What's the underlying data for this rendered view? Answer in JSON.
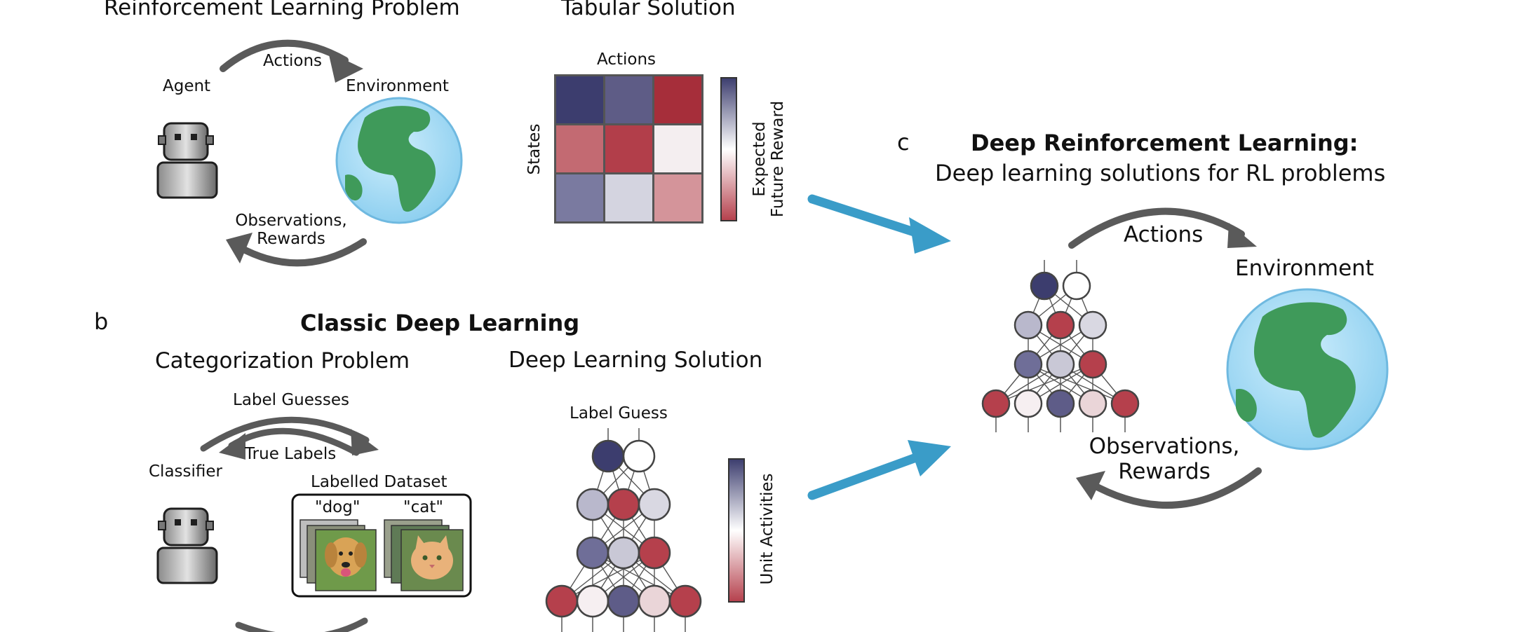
{
  "panel_a": {
    "title_left": "Reinforcement Learning Problem",
    "title_right": "Tabular Solution",
    "agent": "Agent",
    "actions": "Actions",
    "environment": "Environment",
    "obs_line1": "Observations,",
    "obs_line2": "Rewards",
    "heatmap_x": "Actions",
    "heatmap_y": "States",
    "colorbar_line1": "Expected",
    "colorbar_line2": "Future Reward",
    "heatmap_colors": [
      [
        "#3c3d6e",
        "#5e5c86",
        "#a62e3a"
      ],
      [
        "#c36a72",
        "#b23e4a",
        "#f4eef0"
      ],
      [
        "#7a7aa0",
        "#d4d4e0",
        "#d4949a"
      ]
    ]
  },
  "panel_b": {
    "letter": "b",
    "heading": "Classic Deep Learning",
    "title_left": "Categorization Problem",
    "title_right": "Deep Learning Solution",
    "label_guesses": "Label Guesses",
    "true_labels": "True Labels",
    "classifier": "Classifier",
    "labelled_dataset": "Labelled Dataset",
    "dog": "\"dog\"",
    "cat": "\"cat\"",
    "label_guess": "Label Guess",
    "colorbar": "Unit Activities"
  },
  "panel_c": {
    "letter": "c",
    "heading": "Deep Reinforcement Learning:",
    "subheading": "Deep learning solutions for RL problems",
    "actions": "Actions",
    "environment": "Environment",
    "obs_line1": "Observations,",
    "obs_line2": "Rewards"
  },
  "palette": {
    "arrow_gray": "#5a5a5a",
    "arrow_blue": "#3a9cc8",
    "ocean": "#a7dcf5",
    "land": "#3f9a5a",
    "navy": "#3c3d6e",
    "red": "#b5404c"
  },
  "networks": {
    "b": [
      [
        "#3c3d6e",
        "#ffffff"
      ],
      [
        "#b9b8cc",
        "#b5404c",
        "#d9d8e2"
      ],
      [
        "#6f6e98",
        "#c9c8d6",
        "#b5404c"
      ],
      [
        "#b5404c",
        "#f6eff1",
        "#5e5c88",
        "#ead5d8",
        "#b5404c"
      ]
    ],
    "c": [
      [
        "#3c3d6e",
        "#ffffff"
      ],
      [
        "#b9b8cc",
        "#b5404c",
        "#d9d8e2"
      ],
      [
        "#6f6e98",
        "#c9c8d6",
        "#b5404c"
      ],
      [
        "#b5404c",
        "#f6eff1",
        "#5e5c88",
        "#ead5d8",
        "#b5404c"
      ]
    ]
  }
}
